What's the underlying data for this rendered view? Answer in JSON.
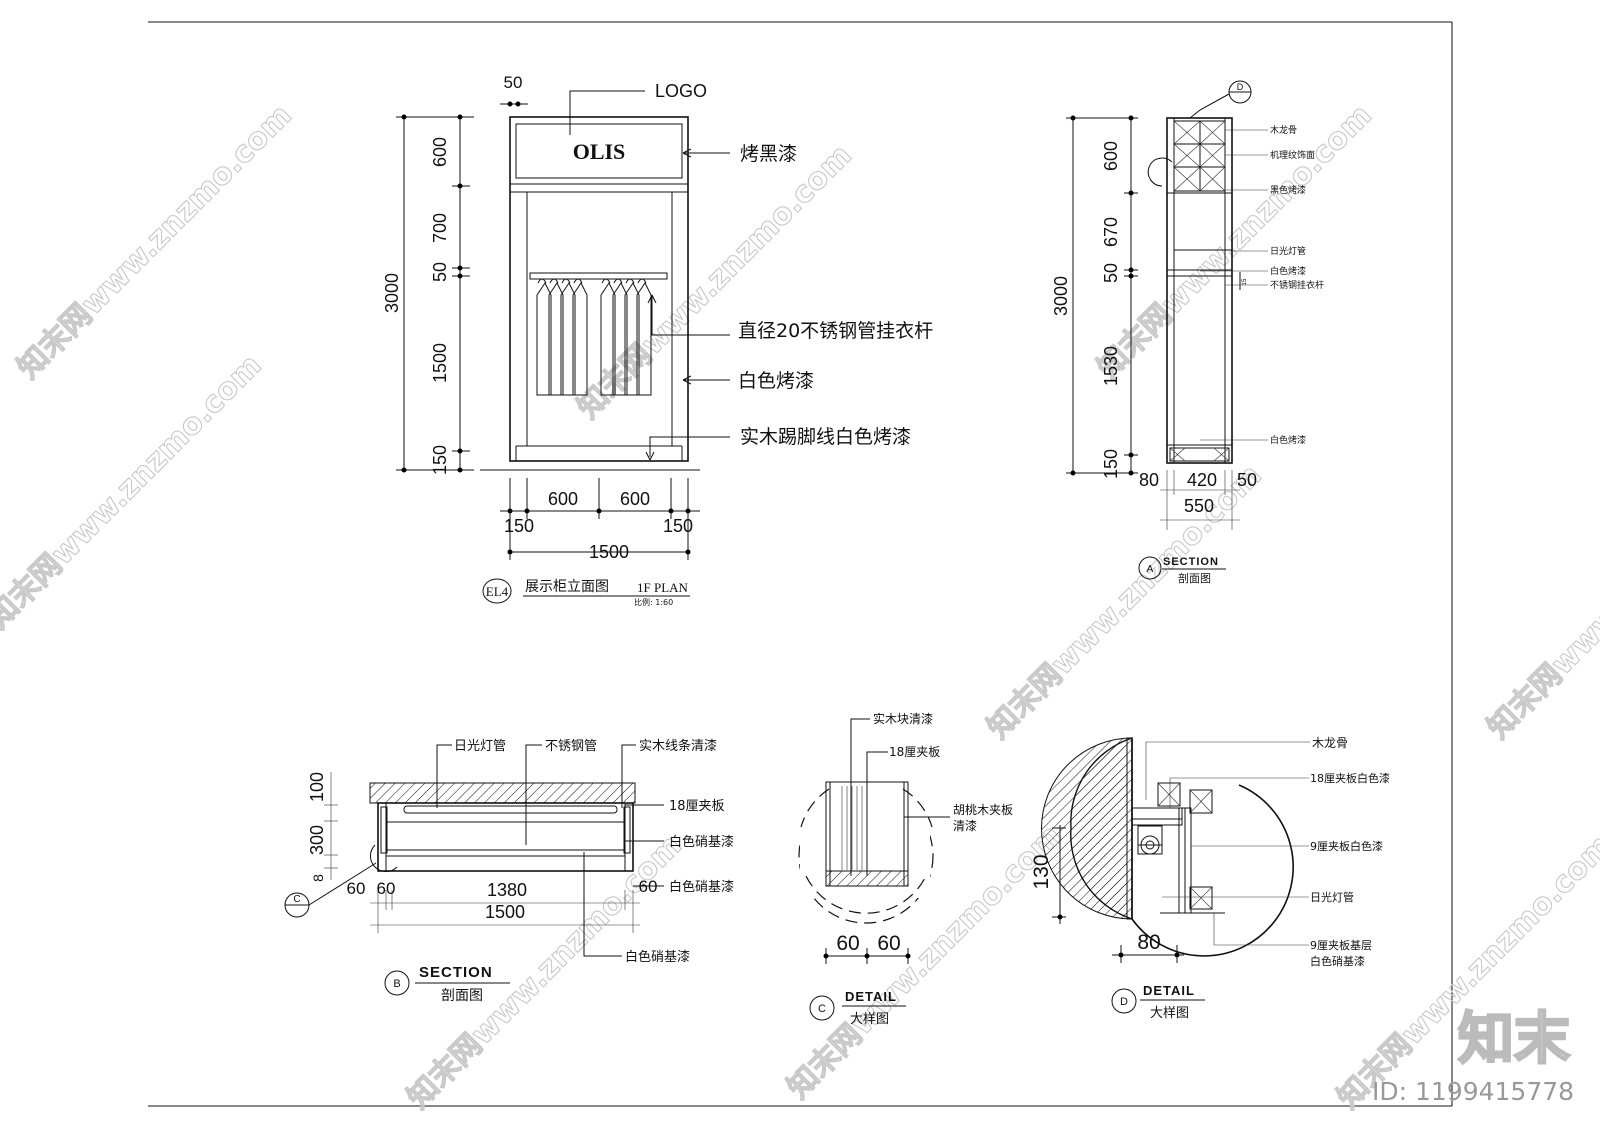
{
  "watermark": "知末网www.znzmo.com",
  "brand": {
    "logo": "知末",
    "id": "ID: 1199415778"
  },
  "elevation": {
    "logo_label": "LOGO",
    "logo_text": "OLIS",
    "dim_top": "50",
    "dims_v": [
      "600",
      "700",
      "50",
      "1500",
      "150"
    ],
    "dim_total": "3000",
    "dims_h": [
      "600",
      "600"
    ],
    "dims_h_side": [
      "150",
      "150"
    ],
    "dim_width": "1500",
    "notes": [
      "烤黑漆",
      "直径20不锈钢管挂衣杆",
      "白色烤漆",
      "实木踢脚线白色烤漆"
    ],
    "tag": "EL4",
    "title": "展示柜立面图",
    "plan": "1F PLAN",
    "scale": "比例: 1:60"
  },
  "section_a": {
    "marker_letter": "D",
    "dims_v": [
      "600",
      "670",
      "50",
      "1530",
      "150"
    ],
    "dim_total": "3000",
    "dim_small": "15",
    "dims_h": [
      "80",
      "420",
      "50"
    ],
    "dim_width": "550",
    "notes": [
      "木龙骨",
      "机理纹饰面",
      "黑色烤漆",
      "日光灯管",
      "白色烤漆",
      "不锈钢挂衣杆",
      "白色烤漆"
    ],
    "letter": "A",
    "heading": "SECTION",
    "subtitle": "剖面图"
  },
  "section_b": {
    "marker_letter": "C",
    "dims_v": [
      "100",
      "300",
      "8"
    ],
    "dims_h": [
      "60",
      "60",
      "1380",
      "60"
    ],
    "dim_width": "1500",
    "notes": [
      "日光灯管",
      "不锈钢管",
      "实木线条清漆",
      "18厘夹板",
      "白色硝基漆",
      "白色硝基漆",
      "白色硝基漆"
    ],
    "letter": "B",
    "heading": "SECTION",
    "subtitle": "剖面图"
  },
  "detail_c": {
    "notes": [
      "实木块清漆",
      "18厘夹板",
      "胡桃木夹板",
      "清漆"
    ],
    "dims_h": [
      "60",
      "60"
    ],
    "letter": "C",
    "heading": "DETAIL",
    "subtitle": "大样图"
  },
  "detail_d": {
    "notes": [
      "木龙骨",
      "18厘夹板白色漆",
      "9厘夹板白色漆",
      "日光灯管",
      "9厘夹板基层",
      "白色硝基漆"
    ],
    "dim_v": "130",
    "dim_h": "80",
    "letter": "D",
    "heading": "DETAIL",
    "subtitle": "大样图"
  }
}
